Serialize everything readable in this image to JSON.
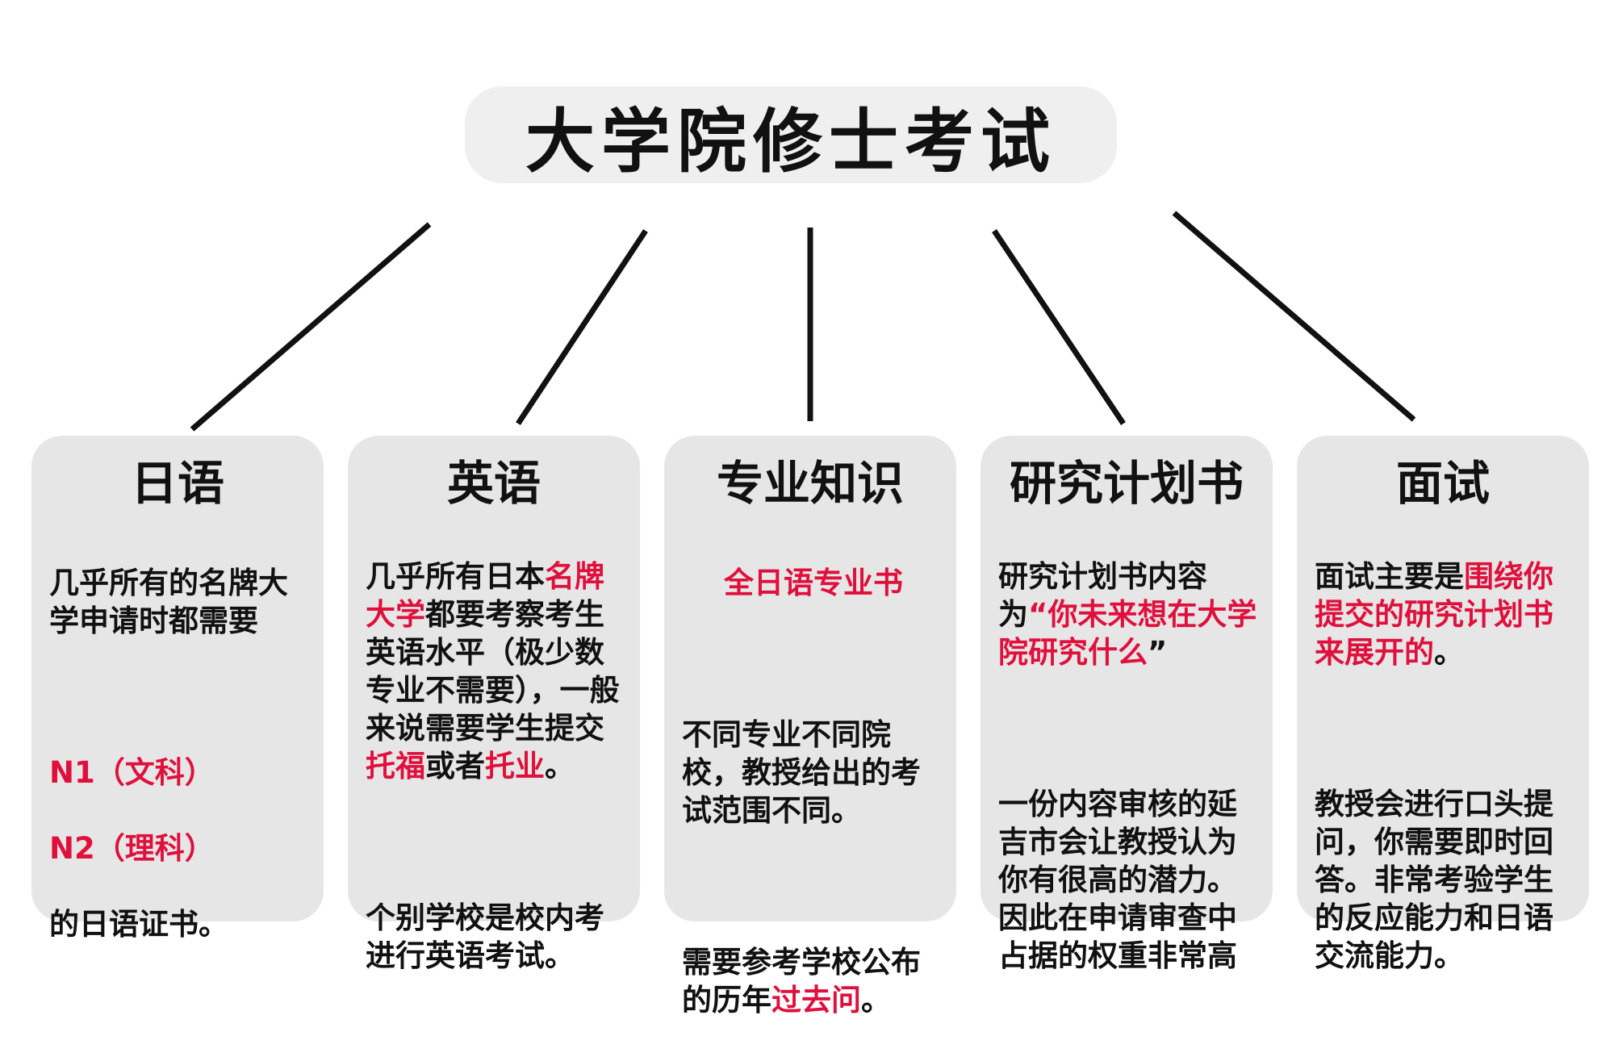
{
  "title": "大学院修士考试",
  "colors": {
    "accent": "#e0103c",
    "card": "#e6e6e6",
    "title_box": "#efefef",
    "line": "#111111"
  },
  "cards": [
    {
      "title": "日语",
      "p1": "几乎所有的名牌大学申请时都需要",
      "n1": "N1（文科）",
      "n2": "N2（理科）",
      "p2": "的日语证书。"
    },
    {
      "title": "英语",
      "p1a": "几乎所有日本",
      "p1b": "名牌大学",
      "p1c": "都要考察考生英语水平（极少数专业不需要），一般来说需要学生提交",
      "p1d": "托福",
      "p1e": "或者",
      "p1f": "托业",
      "p1g": "。",
      "p2": "个别学校是校内考进行英语考试。"
    },
    {
      "title": "专业知识",
      "highlight": "全日语专业书",
      "p1": "不同专业不同院校，教授给出的考试范围不同。",
      "p2a": "需要参考学校公布的历年",
      "p2b": "过去问",
      "p2c": "。"
    },
    {
      "title": "研究计划书",
      "p1a": "研究计划书内容为",
      "p1b": "“",
      "p1c": "你未来想在大学院研究什么",
      "p1d": "”",
      "p2": "一份内容审核的延吉市会让教授认为你有很高的潜力。因此在申请审查中占据的权重非常高"
    },
    {
      "title": "面试",
      "p1a": "面试主要是",
      "p1b": "围绕你提交的研究计划书来展开的",
      "p1c": "。",
      "p2": "教授会进行口头提问，你需要即时回答。非常考验学生的反应能力和日语交流能力。"
    }
  ]
}
